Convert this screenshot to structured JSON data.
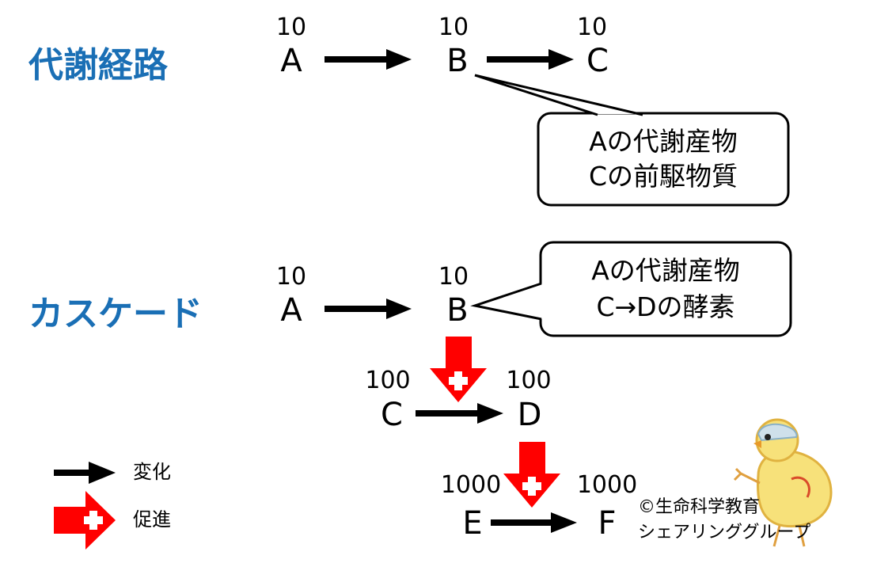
{
  "metabolic": {
    "heading": "代謝経路",
    "nodes": [
      {
        "label": "A",
        "amount": "10"
      },
      {
        "label": "B",
        "amount": "10"
      },
      {
        "label": "C",
        "amount": "10"
      }
    ],
    "note": [
      "Aの代謝産物",
      "Cの前駆物質"
    ]
  },
  "cascade": {
    "heading": "カスケード",
    "nodes": [
      {
        "label": "A",
        "amount": "10"
      },
      {
        "label": "B",
        "amount": "10"
      },
      {
        "label": "C",
        "amount": "100"
      },
      {
        "label": "D",
        "amount": "100"
      },
      {
        "label": "E",
        "amount": "1000"
      },
      {
        "label": "F",
        "amount": "1000"
      }
    ],
    "note": [
      "Aの代謝産物",
      "C→Dの酵素"
    ]
  },
  "legend": {
    "conversion": "変化",
    "promotion": "促進"
  },
  "credit": [
    "©生命科学教育",
    "シェアリンググループ"
  ],
  "colors": {
    "heading": "#1a6fb5",
    "promote_arrow": "#ff0000",
    "arrow": "#000000"
  }
}
